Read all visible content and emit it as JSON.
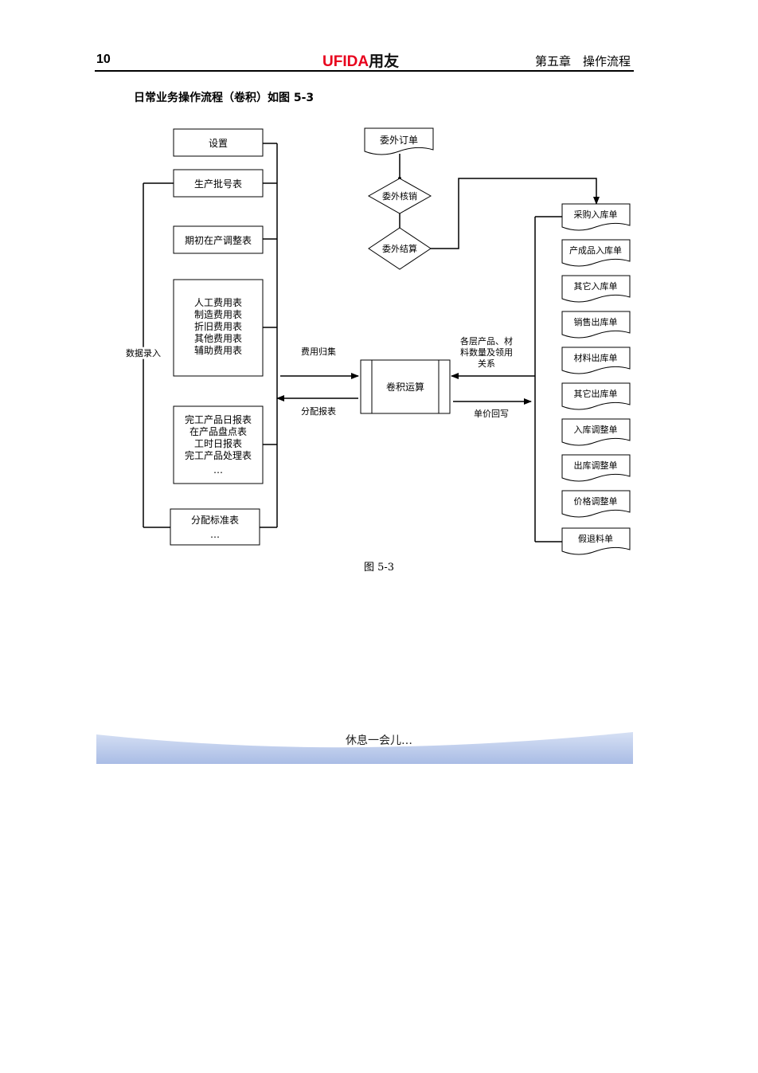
{
  "header": {
    "page_number": "10",
    "brand_latin": "UFIDA",
    "brand_cjk": "用友",
    "chapter": "第五章　操作流程"
  },
  "intro_text": "日常业务操作流程（卷积）如图 5-3",
  "diagram": {
    "left_boxes": {
      "settings": "设置",
      "batch_table": "生产批号表",
      "initial_wip": "期初在产调整表",
      "expense_tables": [
        "人工费用表",
        "制造费用表",
        "折旧费用表",
        "其他费用表",
        "辅助费用表"
      ],
      "daily_tables": [
        "完工产品日报表",
        "在产品盘点表",
        "工时日报表",
        "完工产品处理表",
        "…"
      ],
      "allocation": [
        "分配标准表",
        "…"
      ]
    },
    "data_entry_label": "数据录入",
    "outsourcing": {
      "order": "委外订单",
      "verification": "委外核销",
      "settlement": "委外结算"
    },
    "center_process": "卷积运算",
    "labels": {
      "cost_collection": "费用归集",
      "allocation_report": "分配报表",
      "relations": [
        "各层产品、材",
        "料数量及领用",
        "关系"
      ],
      "price_writeback": "单价回写"
    },
    "right_documents": [
      "采购入库单",
      "产成品入库单",
      "其它入库单",
      "销售出库单",
      "材料出库单",
      "其它出库单",
      "入库调整单",
      "出库调整单",
      "价格调整单",
      "假退料单"
    ]
  },
  "caption": "图 5-3",
  "footer_text": "休息一会儿…",
  "colors": {
    "brand_red": "#e8001c",
    "footer_band_blue": "#aebfe6"
  }
}
